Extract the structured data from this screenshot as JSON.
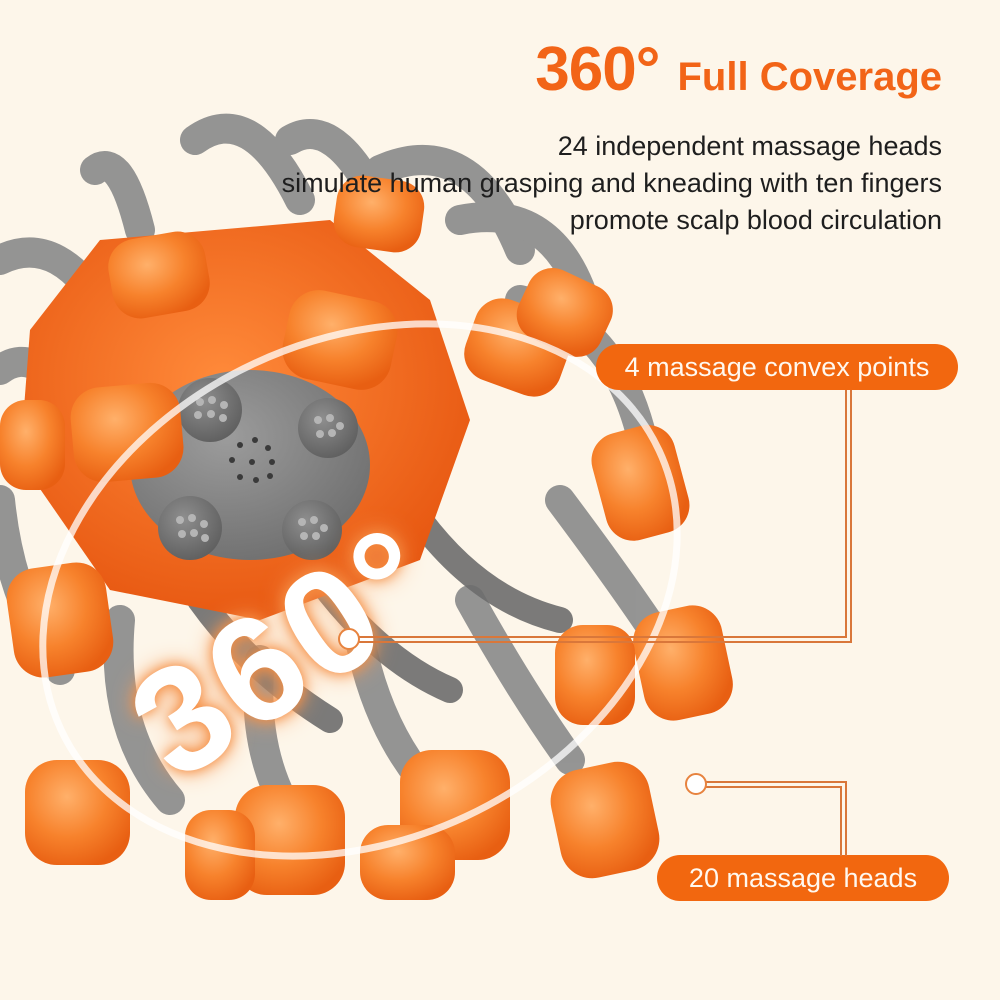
{
  "header": {
    "headline_big": "360°",
    "headline_small": "Full Coverage"
  },
  "description": {
    "lines": [
      "24 independent massage heads",
      "simulate human grasping and kneading with ten fingers",
      "promote scalp blood circulation"
    ]
  },
  "callouts": [
    {
      "label": "4 massage convex points",
      "target": "convex-points"
    },
    {
      "label": "20 massage heads",
      "target": "massage-heads"
    }
  ],
  "overlay": {
    "big_text": "360°"
  },
  "colors": {
    "background": "#fdf6ea",
    "accent_orange": "#f26417",
    "pill_orange": "#f2670f",
    "text_dark": "#1e1e1e",
    "product_gray": "#8a8a8a",
    "product_orange": "#f5781f"
  }
}
